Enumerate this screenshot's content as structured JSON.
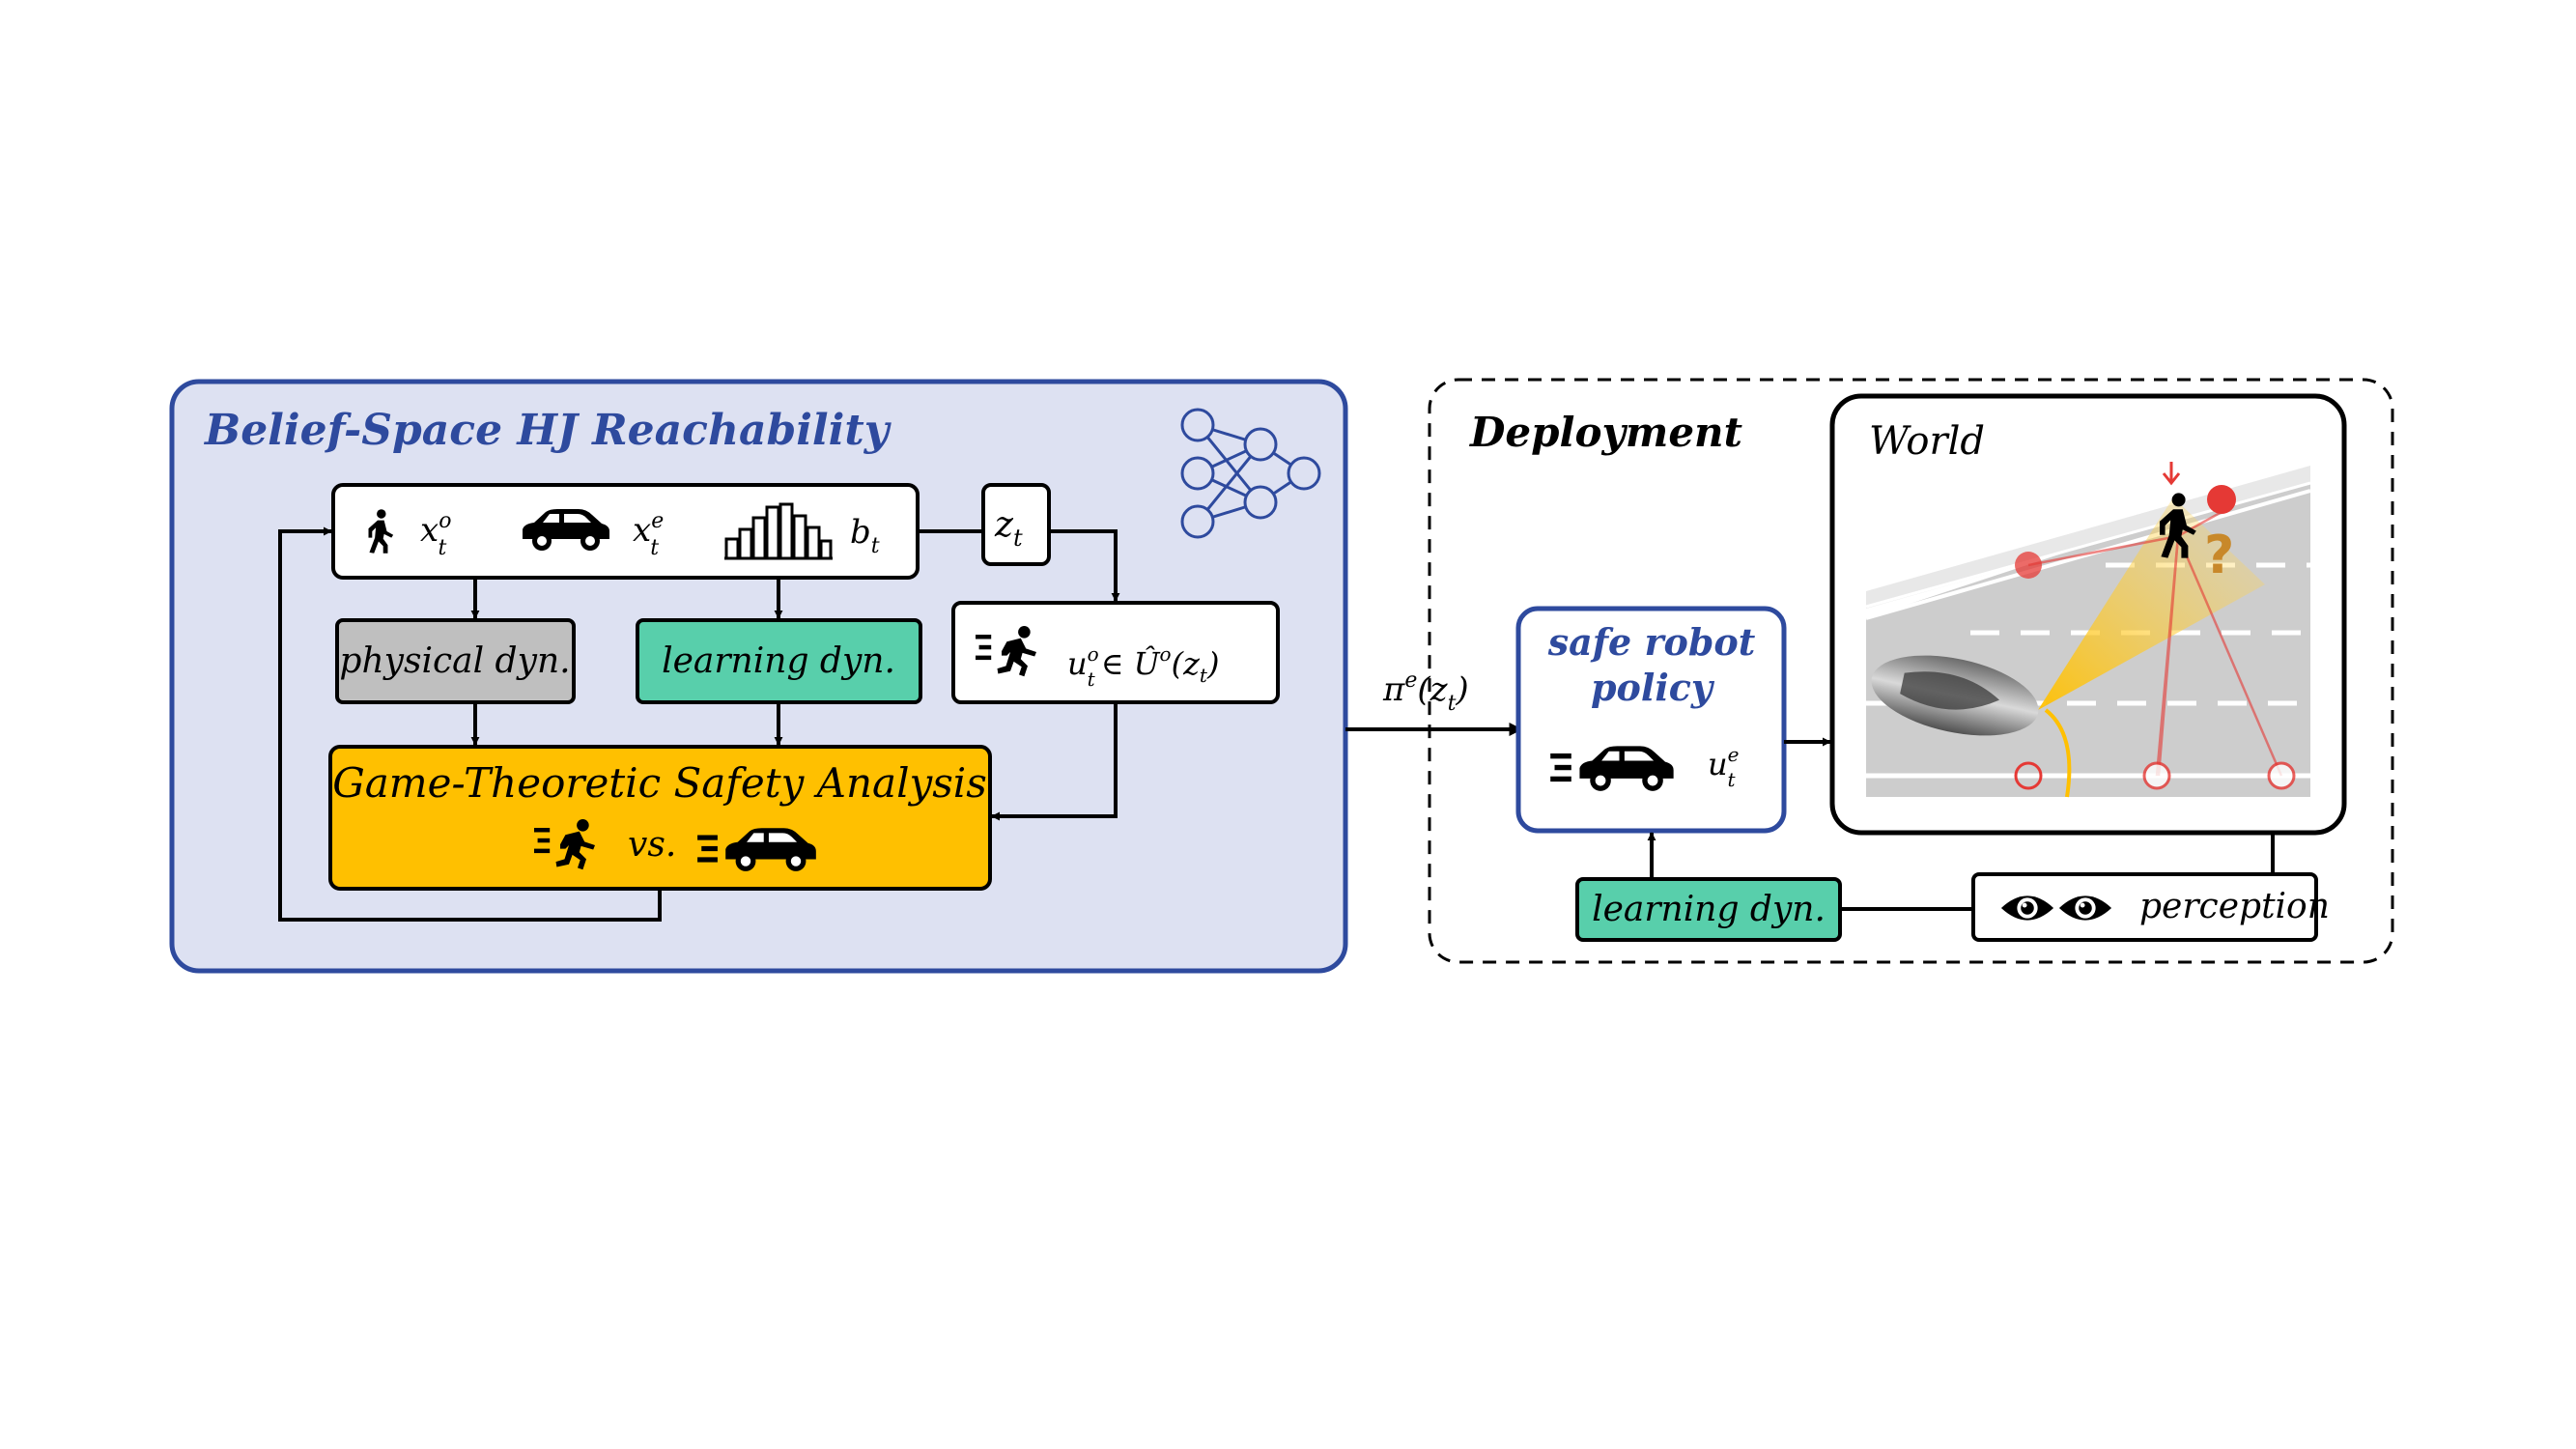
{
  "left_panel": {
    "title": "Belief-Space HJ Reachability",
    "state_box": {
      "human_state": "x",
      "human_state_sup": "o",
      "human_state_sub": "t",
      "robot_state": "x",
      "robot_state_sup": "e",
      "robot_state_sub": "t",
      "belief": "b",
      "belief_sub": "t"
    },
    "z_box": {
      "label": "z",
      "sub": "t"
    },
    "physical_dyn": "physical dyn.",
    "learning_dyn": "learning dyn.",
    "control_box": {
      "u": "u",
      "u_sup": "o",
      "u_sub": "t",
      "in_set": "∈ Û",
      "set_sup": "o",
      "arg_open": "(z",
      "arg_sub": "t",
      "arg_close": ")"
    },
    "game": {
      "title": "Game-Theoretic Safety Analysis",
      "vs": "vs."
    }
  },
  "policy_arrow_label": {
    "pi": "π",
    "sup": "e",
    "open": "(z",
    "sub": "t",
    "close": ")"
  },
  "right_panel": {
    "title": "Deployment",
    "policy_box": {
      "line1": "safe robot",
      "line2": "policy",
      "u": "u",
      "u_sup": "e",
      "u_sub": "t"
    },
    "world_label": "World",
    "learning_dyn": "learning dyn.",
    "perception": "perception",
    "question_mark": "?"
  },
  "colors": {
    "panel_fill": "#dde1f2",
    "panel_border": "#2e4a9e",
    "title_blue": "#2e4a9e",
    "gray_box": "#bfbfbf",
    "teal_box": "#58cfab",
    "game_box": "#ffc000",
    "road": "#cdcdcd",
    "red": "#e53935"
  }
}
